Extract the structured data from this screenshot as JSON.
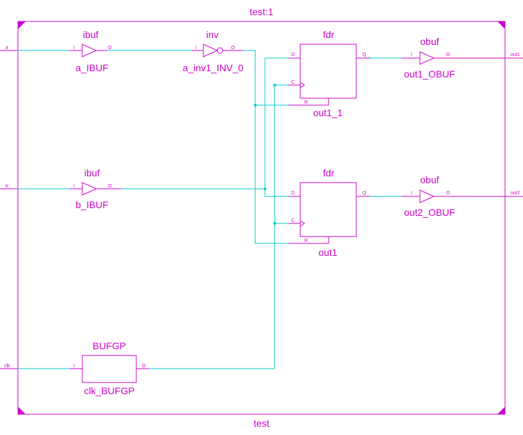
{
  "colors": {
    "component": "#cc00cc",
    "wire": "#00cccc",
    "background": "#ffffff"
  },
  "module": {
    "top_label": "test:1",
    "bottom_label": "test"
  },
  "ports": {
    "a": "a",
    "b": "b",
    "clk": "clk",
    "out1": "out1",
    "out2": "out2"
  },
  "pins": {
    "I": "I",
    "O": "O",
    "D": "D",
    "C": "C",
    "Q": "Q",
    "R": "R"
  },
  "blocks": {
    "a_ibuf": {
      "type": "ibuf",
      "name": "a_IBUF"
    },
    "inv": {
      "type": "inv",
      "name": "a_inv1_INV_0"
    },
    "b_ibuf": {
      "type": "ibuf",
      "name": "b_IBUF"
    },
    "fdr1": {
      "type": "fdr",
      "name": "out1_1"
    },
    "fdr2": {
      "type": "fdr",
      "name": "out1"
    },
    "obuf1": {
      "type": "obuf",
      "name": "out1_OBUF"
    },
    "obuf2": {
      "type": "obuf",
      "name": "out2_OBUF"
    },
    "bufgp": {
      "type": "BUFGP",
      "name": "clk_BUFGP"
    }
  }
}
